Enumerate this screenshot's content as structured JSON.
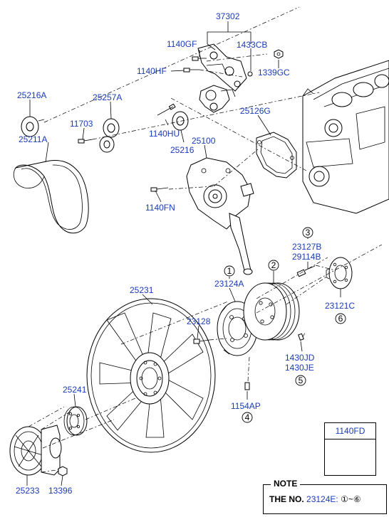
{
  "labels": {
    "l37302": "37302",
    "l1140GF": "1140GF",
    "l1433CB": "1433CB",
    "l1140HF": "1140HF",
    "l1339GC": "1339GC",
    "l25216A": "25216A",
    "l25257A": "25257A",
    "l11703": "11703",
    "l25126G": "25126G",
    "l1140HU": "1140HU",
    "l25211A": "25211A",
    "l25100": "25100",
    "l25216": "25216",
    "l1140FN": "1140FN",
    "l23127B": "23127B",
    "l29114B": "29114B",
    "l25231": "25231",
    "l23124A": "23124A",
    "l23121C": "23121C",
    "l23128": "23128",
    "l1430JD": "1430JD",
    "l1430JE": "1430JE",
    "l25241": "25241",
    "l1154AP": "1154AP",
    "l25233": "25233",
    "l13396": "13396",
    "l1140FD": "1140FD"
  },
  "circled_numbers": {
    "c1": "1",
    "c2": "2",
    "c3": "3",
    "c4": "4",
    "c5": "5",
    "c6": "6"
  },
  "note": {
    "title": "NOTE",
    "prefix": "THE NO.",
    "code": "23124E:",
    "range": "①~⑥"
  },
  "colors": {
    "label_blue": "#1a3bb8",
    "line": "#000000"
  }
}
